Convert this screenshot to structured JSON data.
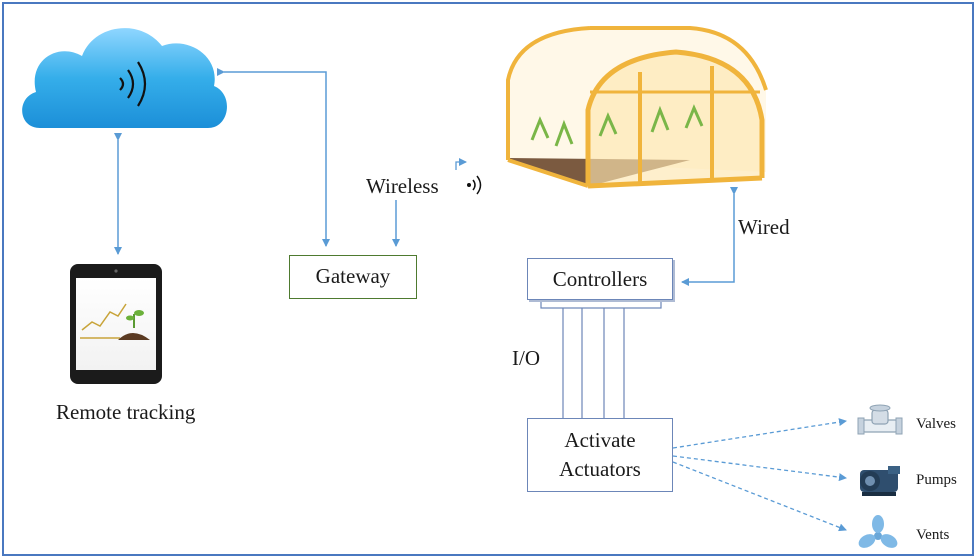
{
  "labels": {
    "remote_tracking": "Remote tracking",
    "wireless": "Wireless",
    "wired": "Wired",
    "io": "I/O"
  },
  "nodes": {
    "gateway": "Gateway",
    "controllers": "Controllers",
    "actuators_line1": "Activate",
    "actuators_line2": "Actuators"
  },
  "devices": {
    "valves": "Valves",
    "pumps": "Pumps",
    "vents": "Vents"
  },
  "colors": {
    "arrow": "#5a9bd5",
    "frame": "#4a78c0",
    "gateway_border": "#4e7a2f",
    "cloud": "#2fa9e8",
    "greenhouse": "#f0b43c"
  }
}
